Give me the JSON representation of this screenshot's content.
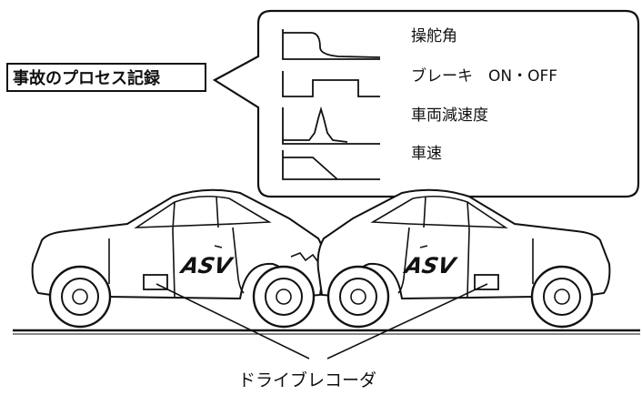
{
  "diagram": {
    "callout_label": "事故のプロセス記録",
    "signal_rows": [
      {
        "label": "操舵角",
        "waveform": "steering"
      },
      {
        "label": "ブレーキ　ON・OFF",
        "waveform": "brake"
      },
      {
        "label": "車両減速度",
        "waveform": "deceleration"
      },
      {
        "label": "車速",
        "waveform": "speed"
      }
    ],
    "car_badge": "ASV",
    "device_label": "ドライブレコーダ"
  }
}
